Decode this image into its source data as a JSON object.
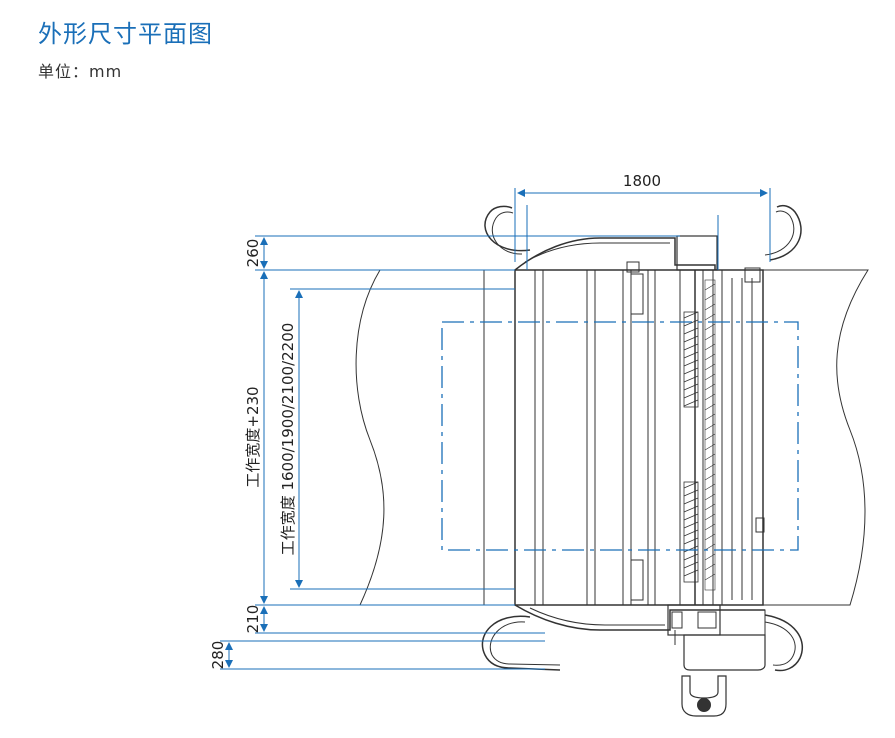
{
  "title": "外形尺寸平面图",
  "unit": "单位：mm",
  "dimensions": {
    "width_total": "1800",
    "top_offset": "260",
    "working_width_plus": "工作宽度+230",
    "working_width": "工作宽度 1600/1900/2100/2200",
    "bottom_offset": "210",
    "pedal_offset": "280"
  },
  "colors": {
    "title": "#1a6fb8",
    "dimension_line": "#1a6fb8",
    "outline": "#333333",
    "dash_rect": "#1a6fb8"
  }
}
